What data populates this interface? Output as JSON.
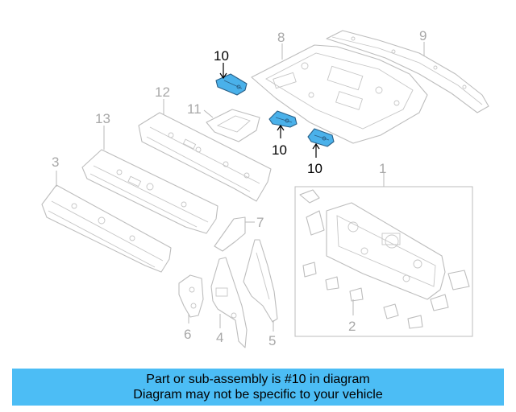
{
  "callouts": {
    "part1": "1",
    "part2": "2",
    "part3": "3",
    "part4": "4",
    "part5": "5",
    "part6": "6",
    "part7": "7",
    "part8": "8",
    "part9": "9",
    "part10a": "10",
    "part10b": "10",
    "part10c": "10",
    "part11": "11",
    "part12": "12",
    "part13": "13"
  },
  "highlight": {
    "part_number": "10",
    "color": "#4ab1ea"
  },
  "banner": {
    "line1": "Part or sub-assembly is #10 in diagram",
    "line2": "Diagram may not be specific to your vehicle",
    "color": "#4cbdf5"
  }
}
